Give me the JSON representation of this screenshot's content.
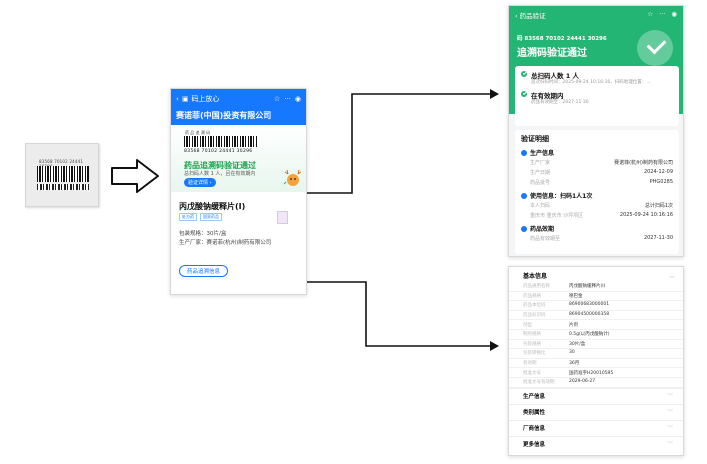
{
  "package": {
    "barcode_number": "83568 70102 24441 30296"
  },
  "colors": {
    "alipay_blue": "#1677ff",
    "success_green": "#22b573",
    "arrow": "#111111"
  },
  "phone1": {
    "app_title": "码上放心",
    "company": "赛诺菲(中国)投资有限公司",
    "card_header": "药 品 追 溯 码",
    "barcode_number": "83568 70102 24441 30296",
    "verify_pass": "药品追溯码验证通过",
    "verify_sub": "总扫码人数 1 人，且在有效期内",
    "verify_detail_button": "验证详情 ›",
    "product_name": "丙戊酸钠缓释片(I)",
    "tags": [
      "处方药",
      "国家药品"
    ],
    "spec": "包装规格：30片/盒",
    "manufacturer": "生产厂家：赛诺菲(杭州)制药有限公司",
    "trace_button": "药品追溯信息"
  },
  "phone2": {
    "nav_title": "药品验证",
    "code": "码 83568 70102 24441 30296",
    "title": "追溯码验证通过",
    "stat1_head": "总扫码人数 1 人",
    "stat1_desc": "首次扫码时间：2025-09-24 10:16:16，扫码地理位置：...",
    "stat2_head": "在有效期内",
    "stat2_desc": "药品有效期至：2027-11-30",
    "detail_head": "验证明细",
    "sec_production": "生产信息",
    "production_rows": [
      {
        "k": "生产厂家",
        "v": "赛诺菲(杭州)制药有限公司"
      },
      {
        "k": "生产日期",
        "v": "2024-12-09"
      },
      {
        "k": "药品批号",
        "v": "PHG0285"
      }
    ],
    "sec_usage": "使用信息：扫码1人1次",
    "usage_rows": [
      {
        "k": "本人扫码",
        "v": "总计扫码1次"
      },
      {
        "k": "重庆市 重庆市 沙坪坝区",
        "v": "2025-09-24 10:16:16"
      }
    ],
    "sec_expiry": "药品效期",
    "expiry_rows": [
      {
        "k": "药品有效期至",
        "v": "2027-11-30"
      }
    ]
  },
  "phone3": {
    "basic_head": "基本信息",
    "rows": [
      {
        "k": "药品通用名称",
        "v": "丙戊酸钠缓释片(I)"
      },
      {
        "k": "药品规格",
        "v": "德巴金"
      },
      {
        "k": "药品本位码",
        "v": "86900683000001"
      },
      {
        "k": "药品标识码",
        "v": "86904500000358"
      },
      {
        "k": "剂型",
        "v": "片剂"
      },
      {
        "k": "制剂规格",
        "v": "0.5g(以丙戊酸钠计)"
      },
      {
        "k": "包装规格",
        "v": "30片/盒"
      },
      {
        "k": "包装转换比",
        "v": "30"
      },
      {
        "k": "有效期",
        "v": "36月"
      },
      {
        "k": "批准文号",
        "v": "国药准字H20010595"
      },
      {
        "k": "批准文号有效期",
        "v": "2029-06-27"
      }
    ],
    "sections": [
      "生产信息",
      "类别属性",
      "厂商信息",
      "更多信息"
    ]
  }
}
